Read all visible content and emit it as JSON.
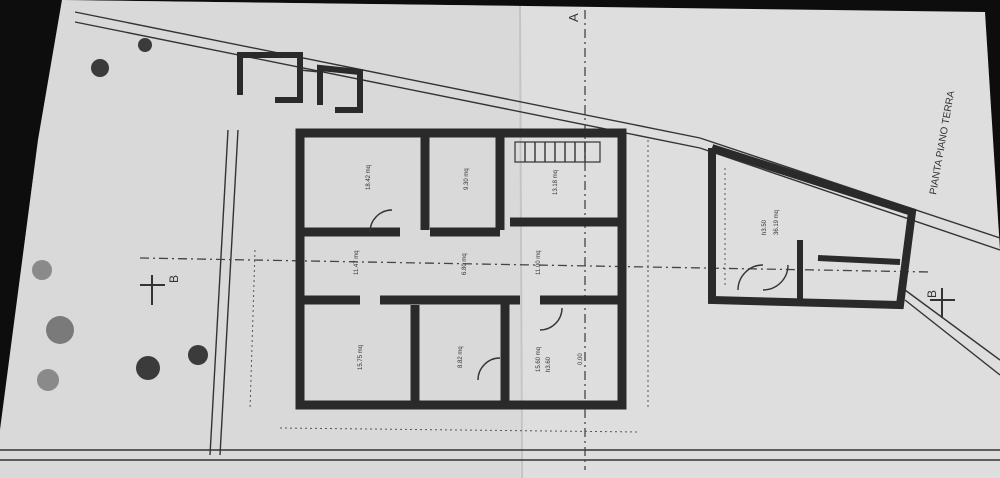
{
  "drawing": {
    "title": "PIANTA PIANO TERRA",
    "section_a": "A",
    "section_b_left": "B",
    "section_b_right": "B"
  },
  "colors": {
    "background": "#0d0d0d",
    "paper": "#dcdcdc",
    "ink": "#2a2a2a"
  },
  "rooms": [
    {
      "id": "room-top-left",
      "area": "18.42 mq"
    },
    {
      "id": "room-top-middle",
      "area": "9.30 mq"
    },
    {
      "id": "room-top-right",
      "area": "13.18 mq"
    },
    {
      "id": "room-mid-left",
      "area": "11.47 mq"
    },
    {
      "id": "room-mid-middle",
      "area": "6.80 mq"
    },
    {
      "id": "room-mid-right",
      "area": "11.00 mq"
    },
    {
      "id": "room-bottom-left",
      "area": "15.75 mq"
    },
    {
      "id": "room-bottom-middle",
      "area": "8.82 mq"
    },
    {
      "id": "room-bottom-right",
      "area": "15.60 mq"
    },
    {
      "id": "annex-room",
      "area": "36.19 mq"
    }
  ],
  "heights": {
    "bottom_right": "h3.60",
    "annex": "h3.50"
  },
  "levels": {
    "main": "0.00"
  }
}
